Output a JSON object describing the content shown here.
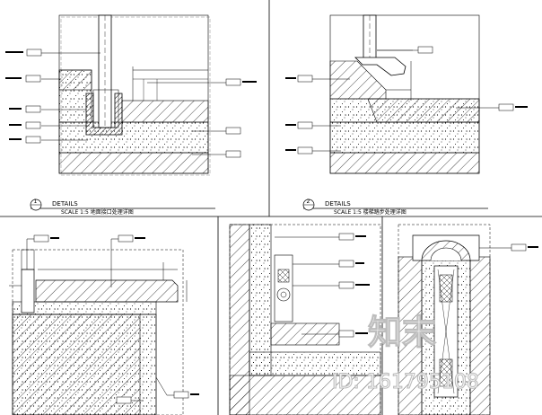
{
  "details": [
    {
      "title": "DETAILS",
      "num": "1",
      "scale": "SCALE 1:5 地面接口处理详图"
    },
    {
      "title": "DETAILS",
      "num": "2",
      "scale": "SCALE 1:5 楼梯踏步处理详图"
    }
  ],
  "watermark": {
    "brand": "知末",
    "id": "ID: 161795108"
  }
}
